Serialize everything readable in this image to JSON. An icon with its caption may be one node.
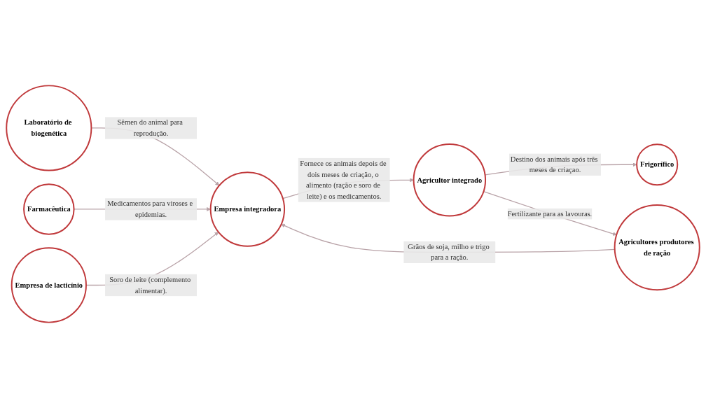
{
  "diagram": {
    "nodes": [
      {
        "text": [
          "Laboratório de biogenética"
        ]
      },
      {
        "text": [
          "Farmacêutica"
        ]
      },
      {
        "text": [
          "Empresa integradora"
        ]
      },
      {
        "text": [
          "Agricultor integrado"
        ]
      },
      {
        "text": [
          "Frigorífico"
        ]
      },
      {
        "text": [
          "Agricultores produtores de ração"
        ]
      },
      {
        "text": [
          "Empresa de lacticínio"
        ]
      }
    ],
    "edges": [
      {
        "from": 0,
        "to": 2,
        "arrow": "to",
        "label": "Sêmen do animal para reprodução."
      },
      {
        "from": 1,
        "to": 2,
        "arrow": "to",
        "label": "Medicamentos para viroses e epidemias."
      },
      {
        "from": 5,
        "to": 2,
        "arrow": "to",
        "label": "Grãos de soja, milho e trigo para a ração."
      },
      {
        "from": 6,
        "to": 2,
        "arrow": "to",
        "label": "Soro de leite (complemento alimentar)."
      },
      {
        "from": 2,
        "to": 3,
        "arrow": "to",
        "label": "Fornece os animais depois de dois meses de criação, o alimento (ração e soro de leite) e os medicamentos."
      },
      {
        "from": 3,
        "to": 4,
        "arrow": "to",
        "label": "Destino dos animais após três meses de criaçao."
      },
      {
        "from": 3,
        "to": 5,
        "arrow": "to",
        "label": "Fertilizante para as lavouras."
      }
    ]
  }
}
